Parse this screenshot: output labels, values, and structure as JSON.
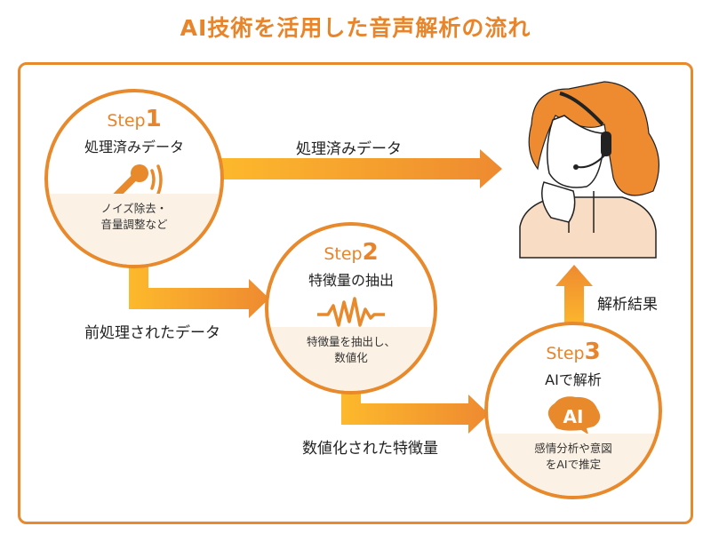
{
  "title": "AI技術を活用した音声解析の流れ",
  "steps": [
    {
      "step_word": "Step",
      "number": "1",
      "title": "処理済みデータ",
      "desc_line1": "ノイズ除去・",
      "desc_line2": "音量調整など",
      "icon": "microphone-icon"
    },
    {
      "step_word": "Step",
      "number": "2",
      "title": "特徴量の抽出",
      "desc_line1": "特徴量を抽出し、",
      "desc_line2": "数値化",
      "icon": "waveform-icon"
    },
    {
      "step_word": "Step",
      "number": "3",
      "title": "AIで解析",
      "desc_line1": "感情分析や意図",
      "desc_line2": "をAIで推定",
      "icon": "ai-brain-icon",
      "icon_text": "AI"
    }
  ],
  "arrows": {
    "to_person": "処理済みデータ",
    "step1_to_step2": "前処理されたデータ",
    "step2_to_step3": "数値化された特徴量",
    "step3_to_person": "解析結果"
  },
  "colors": {
    "accent": "#e8892c",
    "arrow_start": "#fdb92c",
    "arrow_end": "#ee8a30",
    "band": "#fbf1e5"
  }
}
